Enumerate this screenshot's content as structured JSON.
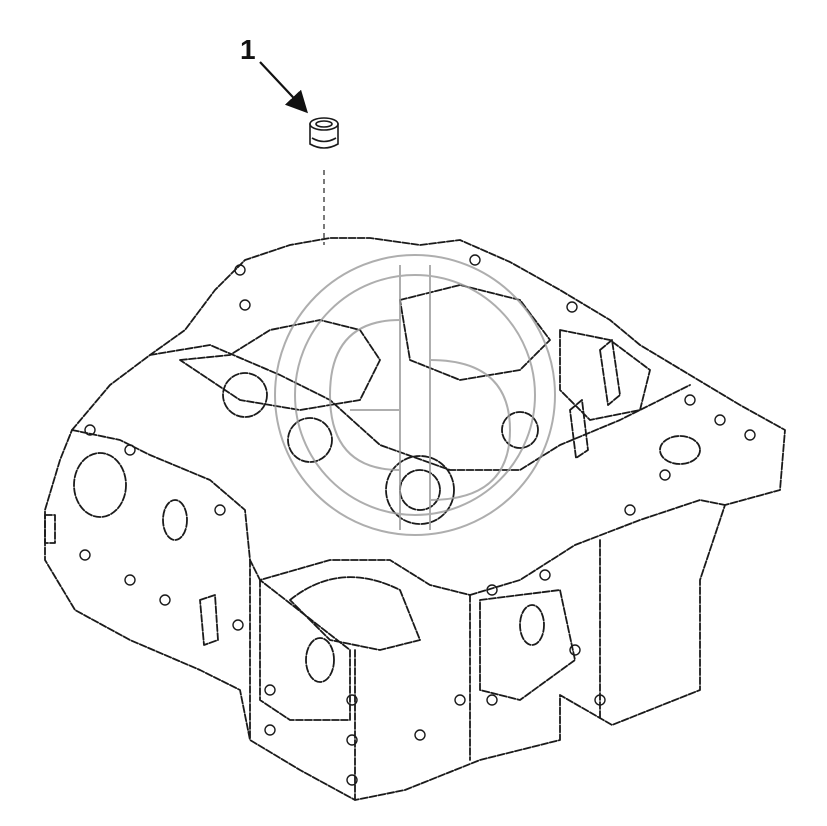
{
  "diagram": {
    "type": "exploded-parts-illustration",
    "callouts": [
      {
        "number": "1",
        "part": "plug"
      }
    ],
    "watermark": "GB monogram",
    "colors": {
      "line": "#1a1a1a",
      "background": "#ffffff",
      "watermark": "#9a9a9a"
    }
  }
}
